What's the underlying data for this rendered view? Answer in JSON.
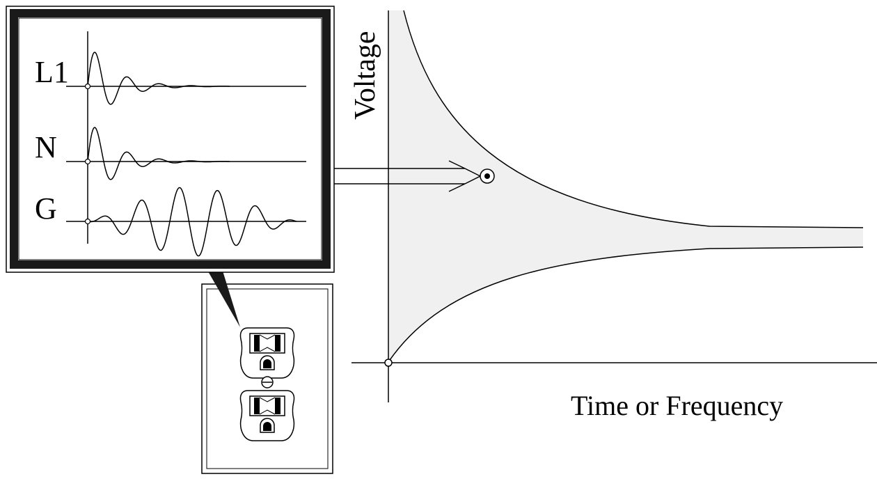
{
  "diagram": {
    "scope_labels": {
      "l1": "L1",
      "n": "N",
      "g": "G"
    },
    "axis": {
      "y_label": "Voltage",
      "x_label": "Time or Frequency"
    },
    "colors": {
      "fill": "#f0f0f0",
      "ink": "#000000",
      "frame": "#1a1a1a",
      "background": "#ffffff"
    }
  }
}
